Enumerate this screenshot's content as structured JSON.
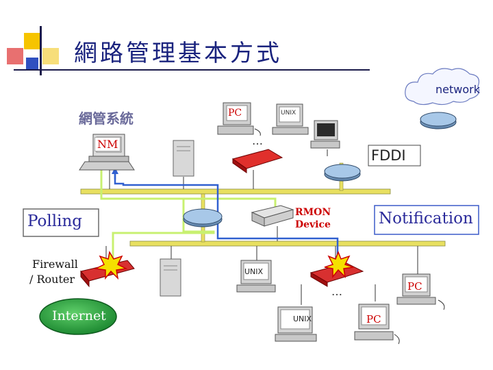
{
  "title": "網路管理基本方式",
  "labels": {
    "network": "network",
    "nms": "網管系統",
    "nm": "NM",
    "pc_top": "PC",
    "unix_top": "UNIX",
    "ellipsis_top": "…",
    "fddi": "FDDI",
    "polling": "Polling",
    "rmon": "RMON",
    "device": "Device",
    "notification": "Notification",
    "firewall_line1": "Firewall",
    "firewall_line2": "/ Router",
    "unix_mid": "UNIX",
    "ellipsis_bottom": "…",
    "pc_right": "PC",
    "internet": "Internet",
    "unix_bottom": "UNIX",
    "pc_bottom": "PC"
  },
  "colors": {
    "title": "#1a237e",
    "accent_yellow": "#f6c400",
    "accent_red": "#e05050",
    "accent_blue": "#3050c0",
    "bus_yellow": "#e8e060",
    "polling_line": "#c8f070",
    "notify_line": "#3060d0",
    "label_red": "#cc0000",
    "internet_green": "#1e8a32"
  }
}
